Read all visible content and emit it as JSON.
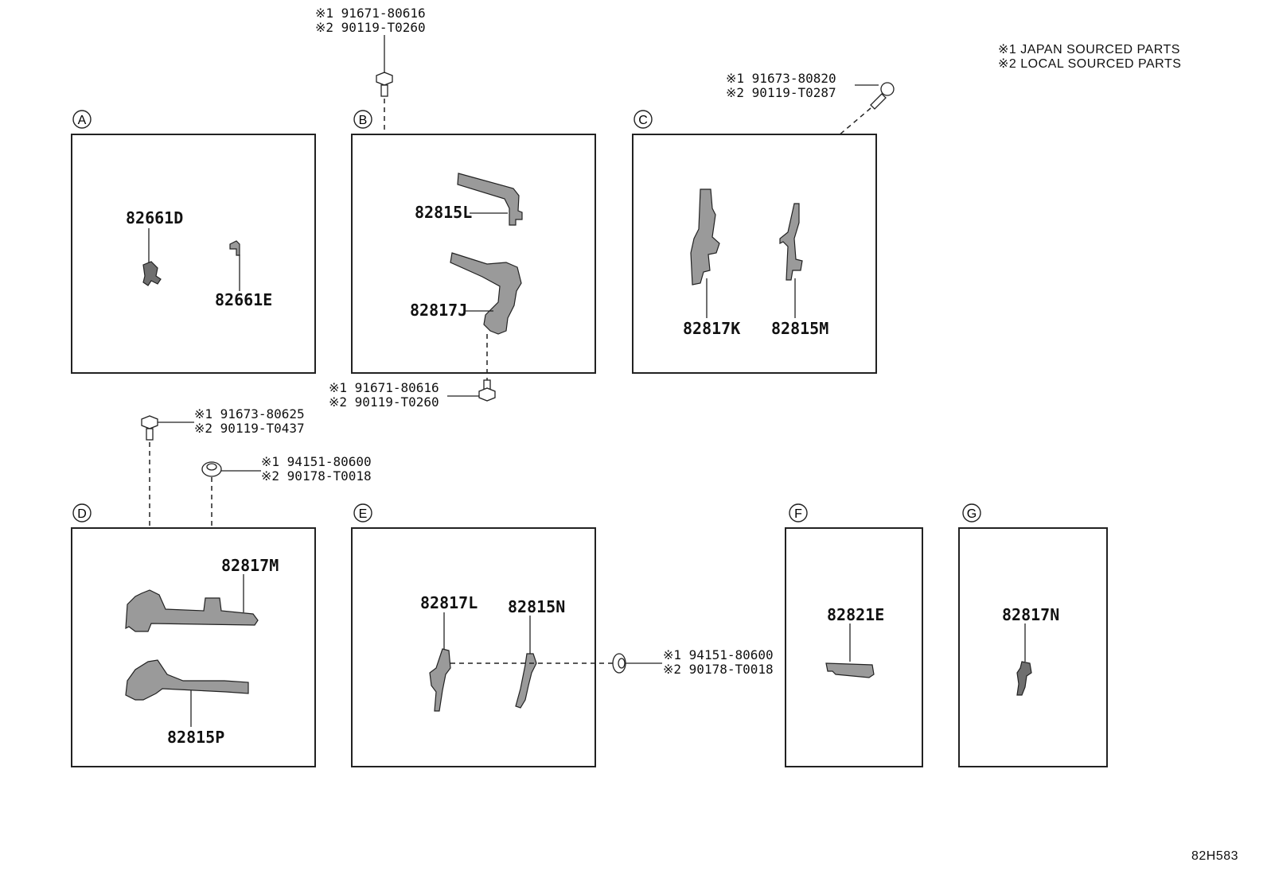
{
  "legend": {
    "line1": "※1 JAPAN SOURCED PARTS",
    "line2": "※2 LOCAL SOURCED PARTS"
  },
  "sections": {
    "A": {
      "label": "A",
      "parts": [
        "82661D",
        "82661E"
      ]
    },
    "B": {
      "label": "B",
      "parts": [
        "82815L",
        "82817J"
      ]
    },
    "C": {
      "label": "C",
      "parts": [
        "82817K",
        "82815M"
      ]
    },
    "D": {
      "label": "D",
      "parts": [
        "82817M",
        "82815P"
      ]
    },
    "E": {
      "label": "E",
      "parts": [
        "82817L",
        "82815N"
      ]
    },
    "F": {
      "label": "F",
      "parts": [
        "82821E"
      ]
    },
    "G": {
      "label": "G",
      "parts": [
        "82817N"
      ]
    }
  },
  "fasteners": {
    "b_top": {
      "j": "※1 91671-80616",
      "l": "※2 90119-T0260"
    },
    "b_bottom": {
      "j": "※1 91671-80616",
      "l": "※2 90119-T0260"
    },
    "c_top": {
      "j": "※1 91673-80820",
      "l": "※2 90119-T0287"
    },
    "d_bolt": {
      "j": "※1 91673-80625",
      "l": "※2 90119-T0437"
    },
    "d_nut": {
      "j": "※1 94151-80600",
      "l": "※2 90178-T0018"
    },
    "e_nut": {
      "j": "※1 94151-80600",
      "l": "※2 90178-T0018"
    }
  },
  "diagram_id": "82H583"
}
